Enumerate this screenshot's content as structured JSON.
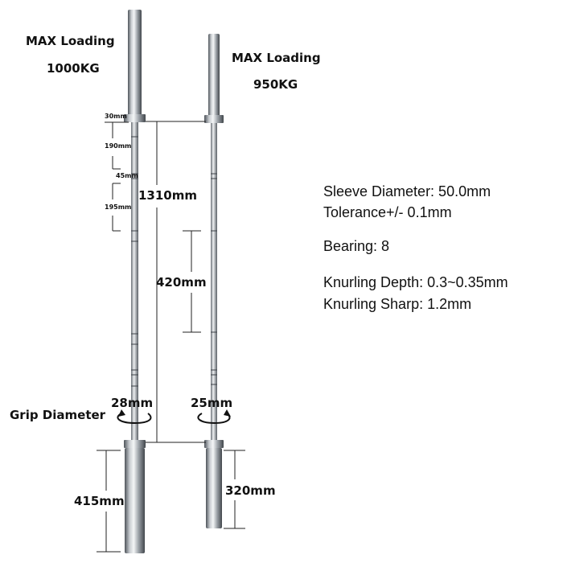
{
  "bar1": {
    "max_loading_label": "MAX Loading",
    "max_loading_value": "1000KG",
    "grip_diameter": "28mm"
  },
  "bar2": {
    "max_loading_label": "MAX Loading",
    "max_loading_value": "950KG",
    "grip_diameter": "25mm"
  },
  "dimensions": {
    "d30": "30mm",
    "d190": "190mm",
    "d45": "45mm",
    "d195": "195mm",
    "shaft_length": "1310mm",
    "knurl_gap": "420mm",
    "sleeve1": "415mm",
    "sleeve2": "320mm"
  },
  "grip_label": "Grip Diameter",
  "specs": {
    "sleeve_diameter": "Sleeve Diameter:  50.0mm",
    "tolerance": "Tolerance+/- 0.1mm",
    "bearing": "Bearing:  8",
    "knurling_depth": "Knurling Depth:  0.3~0.35mm",
    "knurling_sharp": "Knurling Sharp:  1.2mm"
  },
  "colors": {
    "steel_light": "#e6e9ec",
    "steel_dark": "#5d6369",
    "text": "#111111"
  }
}
